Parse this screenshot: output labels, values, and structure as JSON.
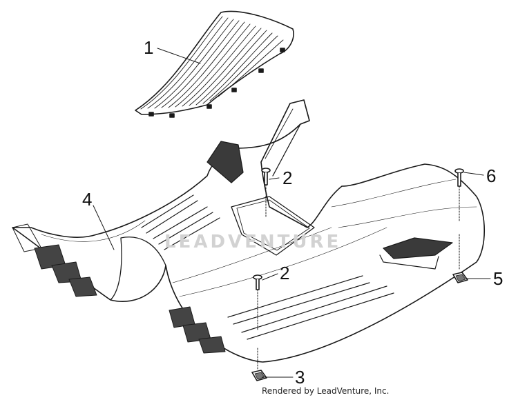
{
  "callouts": {
    "c1": "1",
    "c2a": "2",
    "c2b": "2",
    "c3": "3",
    "c4": "4",
    "c5": "5",
    "c6": "6"
  },
  "watermark": "LEADVENTURE",
  "credit": "Rendered by LeadVenture, Inc."
}
